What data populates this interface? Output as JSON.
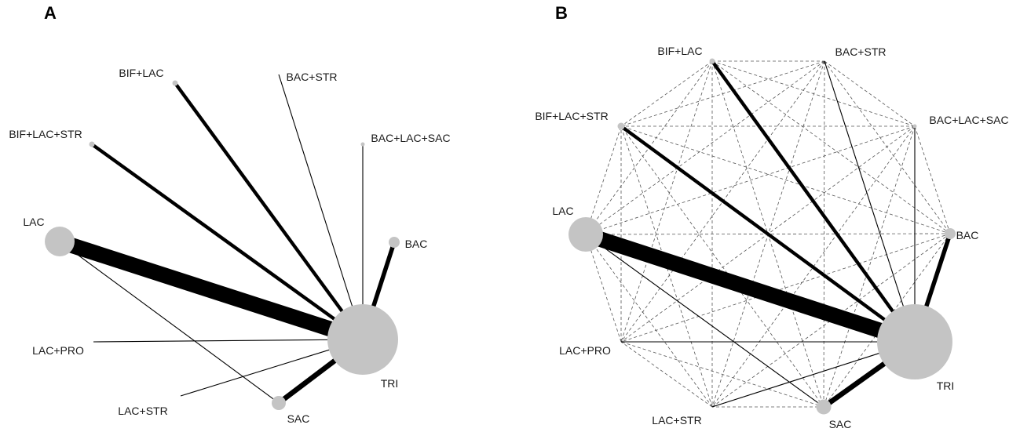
{
  "panels": [
    {
      "letter": "A",
      "nodes": [
        {
          "id": "BIF+LAC",
          "label": "BIF+LAC",
          "weight": 1
        },
        {
          "id": "BAC+STR",
          "label": "BAC+STR",
          "weight": 0
        },
        {
          "id": "BIF+LAC+STR",
          "label": "BIF+LAC+STR",
          "weight": 1
        },
        {
          "id": "BAC+LAC+SAC",
          "label": "BAC+LAC+SAC",
          "weight": 0.5
        },
        {
          "id": "LAC",
          "label": "LAC",
          "weight": 10
        },
        {
          "id": "BAC",
          "label": "BAC",
          "weight": 2
        },
        {
          "id": "LAC+PRO",
          "label": "LAC+PRO",
          "weight": 0
        },
        {
          "id": "LAC+STR",
          "label": "LAC+STR",
          "weight": 0
        },
        {
          "id": "SAC",
          "label": "SAC",
          "weight": 2.5
        },
        {
          "id": "TRI",
          "label": "TRI",
          "weight": 22
        }
      ],
      "edges": [
        {
          "from": "LAC",
          "to": "TRI",
          "weight": 9,
          "style": "solid"
        },
        {
          "from": "BIF+LAC",
          "to": "TRI",
          "weight": 2,
          "style": "solid"
        },
        {
          "from": "BIF+LAC+STR",
          "to": "TRI",
          "weight": 2,
          "style": "solid"
        },
        {
          "from": "BAC+STR",
          "to": "TRI",
          "weight": 0.5,
          "style": "solid"
        },
        {
          "from": "BAC+LAC+SAC",
          "to": "TRI",
          "weight": 0.5,
          "style": "solid"
        },
        {
          "from": "BAC",
          "to": "TRI",
          "weight": 2.5,
          "style": "solid"
        },
        {
          "from": "LAC+PRO",
          "to": "TRI",
          "weight": 0.5,
          "style": "solid"
        },
        {
          "from": "LAC+STR",
          "to": "TRI",
          "weight": 0.5,
          "style": "solid"
        },
        {
          "from": "SAC",
          "to": "TRI",
          "weight": 3,
          "style": "solid"
        },
        {
          "from": "LAC",
          "to": "SAC",
          "weight": 0.5,
          "style": "solid"
        }
      ]
    },
    {
      "letter": "B",
      "nodes": [
        {
          "id": "BIF+LAC",
          "label": "BIF+LAC",
          "weight": 1
        },
        {
          "id": "BAC+STR",
          "label": "BAC+STR",
          "weight": 0
        },
        {
          "id": "BAC+LAC+SAC",
          "label": "BAC+LAC+SAC",
          "weight": 0.5
        },
        {
          "id": "BAC",
          "label": "BAC",
          "weight": 2
        },
        {
          "id": "TRI",
          "label": "TRI",
          "weight": 22
        },
        {
          "id": "SAC",
          "label": "SAC",
          "weight": 2.5
        },
        {
          "id": "LAC+STR",
          "label": "LAC+STR",
          "weight": 0
        },
        {
          "id": "LAC+PRO",
          "label": "LAC+PRO",
          "weight": 0
        },
        {
          "id": "LAC",
          "label": "LAC",
          "weight": 10
        },
        {
          "id": "BIF+LAC+STR",
          "label": "BIF+LAC+STR",
          "weight": 1
        }
      ],
      "edges": [
        {
          "from": "LAC",
          "to": "TRI",
          "weight": 9,
          "style": "solid"
        },
        {
          "from": "BIF+LAC",
          "to": "TRI",
          "weight": 2,
          "style": "solid"
        },
        {
          "from": "BIF+LAC+STR",
          "to": "TRI",
          "weight": 2,
          "style": "solid"
        },
        {
          "from": "BAC+STR",
          "to": "TRI",
          "weight": 0.5,
          "style": "solid"
        },
        {
          "from": "BAC+LAC+SAC",
          "to": "TRI",
          "weight": 0.5,
          "style": "solid"
        },
        {
          "from": "BAC",
          "to": "TRI",
          "weight": 2.5,
          "style": "solid"
        },
        {
          "from": "LAC+PRO",
          "to": "TRI",
          "weight": 0.5,
          "style": "solid"
        },
        {
          "from": "LAC+STR",
          "to": "TRI",
          "weight": 0.5,
          "style": "solid"
        },
        {
          "from": "SAC",
          "to": "TRI",
          "weight": 3,
          "style": "solid"
        },
        {
          "from": "LAC",
          "to": "SAC",
          "weight": 0.5,
          "style": "solid"
        }
      ],
      "indirect_edges": "dashed"
    }
  ],
  "colors": {
    "node": "#c4c4c4",
    "edge": "#000000",
    "dashed": "#555555",
    "label": "#1a1a1a"
  }
}
